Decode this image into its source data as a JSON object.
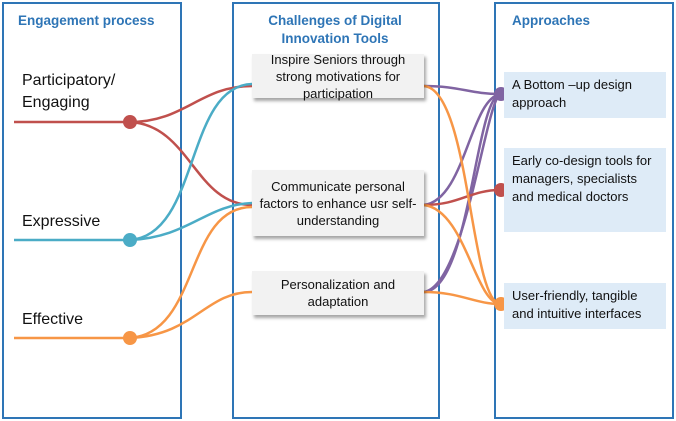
{
  "columns": {
    "engagement": "Engagement process",
    "challenges": "Challenges of Digital Innovation Tools",
    "approaches": "Approaches"
  },
  "stages": [
    {
      "label_line1": "Participatory/",
      "label_line2": "Engaging",
      "color": "#c0504d"
    },
    {
      "label_line1": "Expressive",
      "label_line2": "",
      "color": "#4bacc6"
    },
    {
      "label_line1": "Effective",
      "label_line2": "",
      "color": "#f79646"
    }
  ],
  "challenges": [
    "Inspire Seniors through strong motivations for participation",
    "Communicate personal factors to enhance usr self-understanding",
    "Personalization and adaptation"
  ],
  "approaches": [
    {
      "text": "A Bottom –up design approach",
      "color": "#8064a2"
    },
    {
      "text": "Early co-design tools for managers, specialists and medical doctors",
      "color": "#c0504d"
    },
    {
      "text": "User-friendly, tangible and intuitive interfaces",
      "color": "#f79646"
    }
  ]
}
